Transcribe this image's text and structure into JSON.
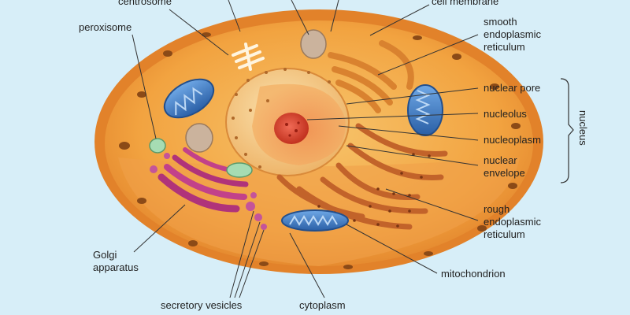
{
  "labels": {
    "centrosome": "centrosome",
    "peroxisome": "peroxisome",
    "cell_membrane": "cell membrane",
    "smooth_er": [
      "smooth",
      "endoplasmic",
      "reticulum"
    ],
    "nuclear_pore": "nuclear pore",
    "nucleolus": "nucleolus",
    "nucleoplasm": "nucleoplasm",
    "nuclear_envelope": [
      "nuclear",
      "envelope"
    ],
    "nucleus": "nucleus",
    "rough_er": [
      "rough",
      "endoplasmic",
      "reticulum"
    ],
    "golgi": [
      "Golgi",
      "apparatus"
    ],
    "mitochondrion": "mitochondrion",
    "secretory_vesicles": "secretory vesicles",
    "cytoplasm": "cytoplasm"
  },
  "colors": {
    "background": "#d7eef8",
    "cytoplasm": "#f3a542",
    "membrane": "#e8892a",
    "nucleus": "#f7cf8a",
    "nucleolus": "#d9432c",
    "mitochondria": "#3f7fc8",
    "golgi": "#b0337a",
    "vacuole": "#c9b29a",
    "peroxisome": "#9dd9a8"
  }
}
